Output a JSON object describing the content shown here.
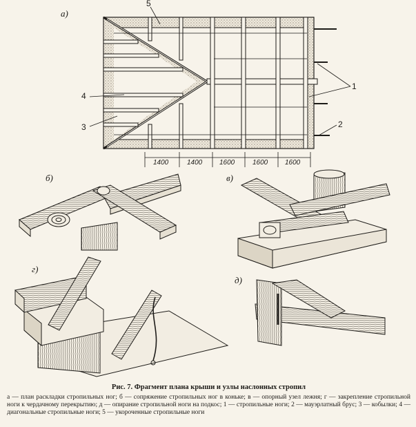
{
  "panels": {
    "a": "а)",
    "b": "б)",
    "v": "в)",
    "g": "г)",
    "d": "д)"
  },
  "callouts": {
    "c1": "1",
    "c2": "2",
    "c3": "3",
    "c4": "4",
    "c5": "5"
  },
  "dimensions": [
    "1400",
    "1400",
    "1600",
    "1600",
    "1600"
  ],
  "caption": {
    "title": "Рис. 7. Фрагмент плана крыши и узлы наслонных стропил",
    "body": "а — план раскладки стропильных ног; б — сопряжение стропильных ног в коньке; в — опорный узел лежня; г — закрепление стропильной ноги к чердачному перекрытию; д — опирание стропильной ноги на подкос; 1 — стропильные ноги; 2 — мауэрлатный брус; 3 — кобылки; 4 — диагональные стропильные ноги; 5 — укороченные стропильные ноги"
  }
}
